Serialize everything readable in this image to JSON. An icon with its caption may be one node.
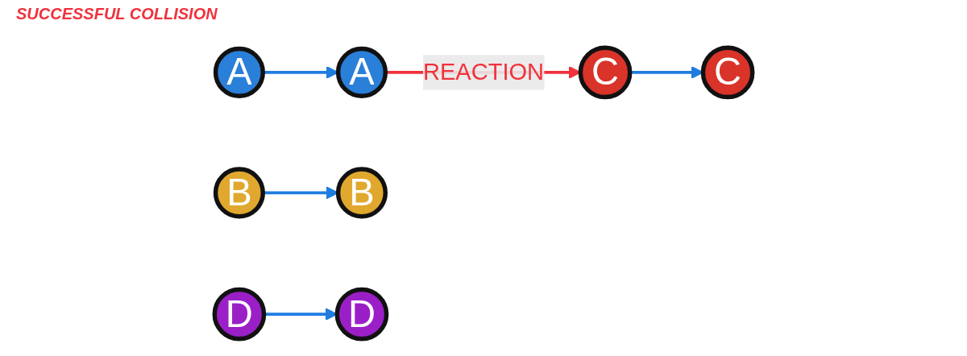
{
  "diagram": {
    "nodes": [
      {
        "text": [
          "A"
        ]
      },
      {
        "text": [
          "B"
        ]
      },
      {
        "text": [
          "A"
        ]
      },
      {
        "text": [
          "B"
        ]
      },
      {
        "text": [
          "C"
        ]
      },
      {
        "text": [
          "D"
        ]
      },
      {
        "text": [
          "C"
        ]
      },
      {
        "text": [
          "D"
        ]
      }
    ],
    "edges": [
      {
        "from": 0,
        "to": 2,
        "arrow": "to"
      },
      {
        "from": 1,
        "to": 3,
        "arrow": "to"
      },
      {
        "from": 2,
        "to": 4,
        "arrow": "to",
        "color": "#f0323c",
        "label": "REACTION"
      },
      {
        "from": 4,
        "to": 6,
        "arrow": "to"
      },
      {
        "from": 5,
        "to": 7,
        "arrow": "to"
      }
    ],
    "labels": [
      "SUCCESSFUL COLLISION"
    ]
  }
}
